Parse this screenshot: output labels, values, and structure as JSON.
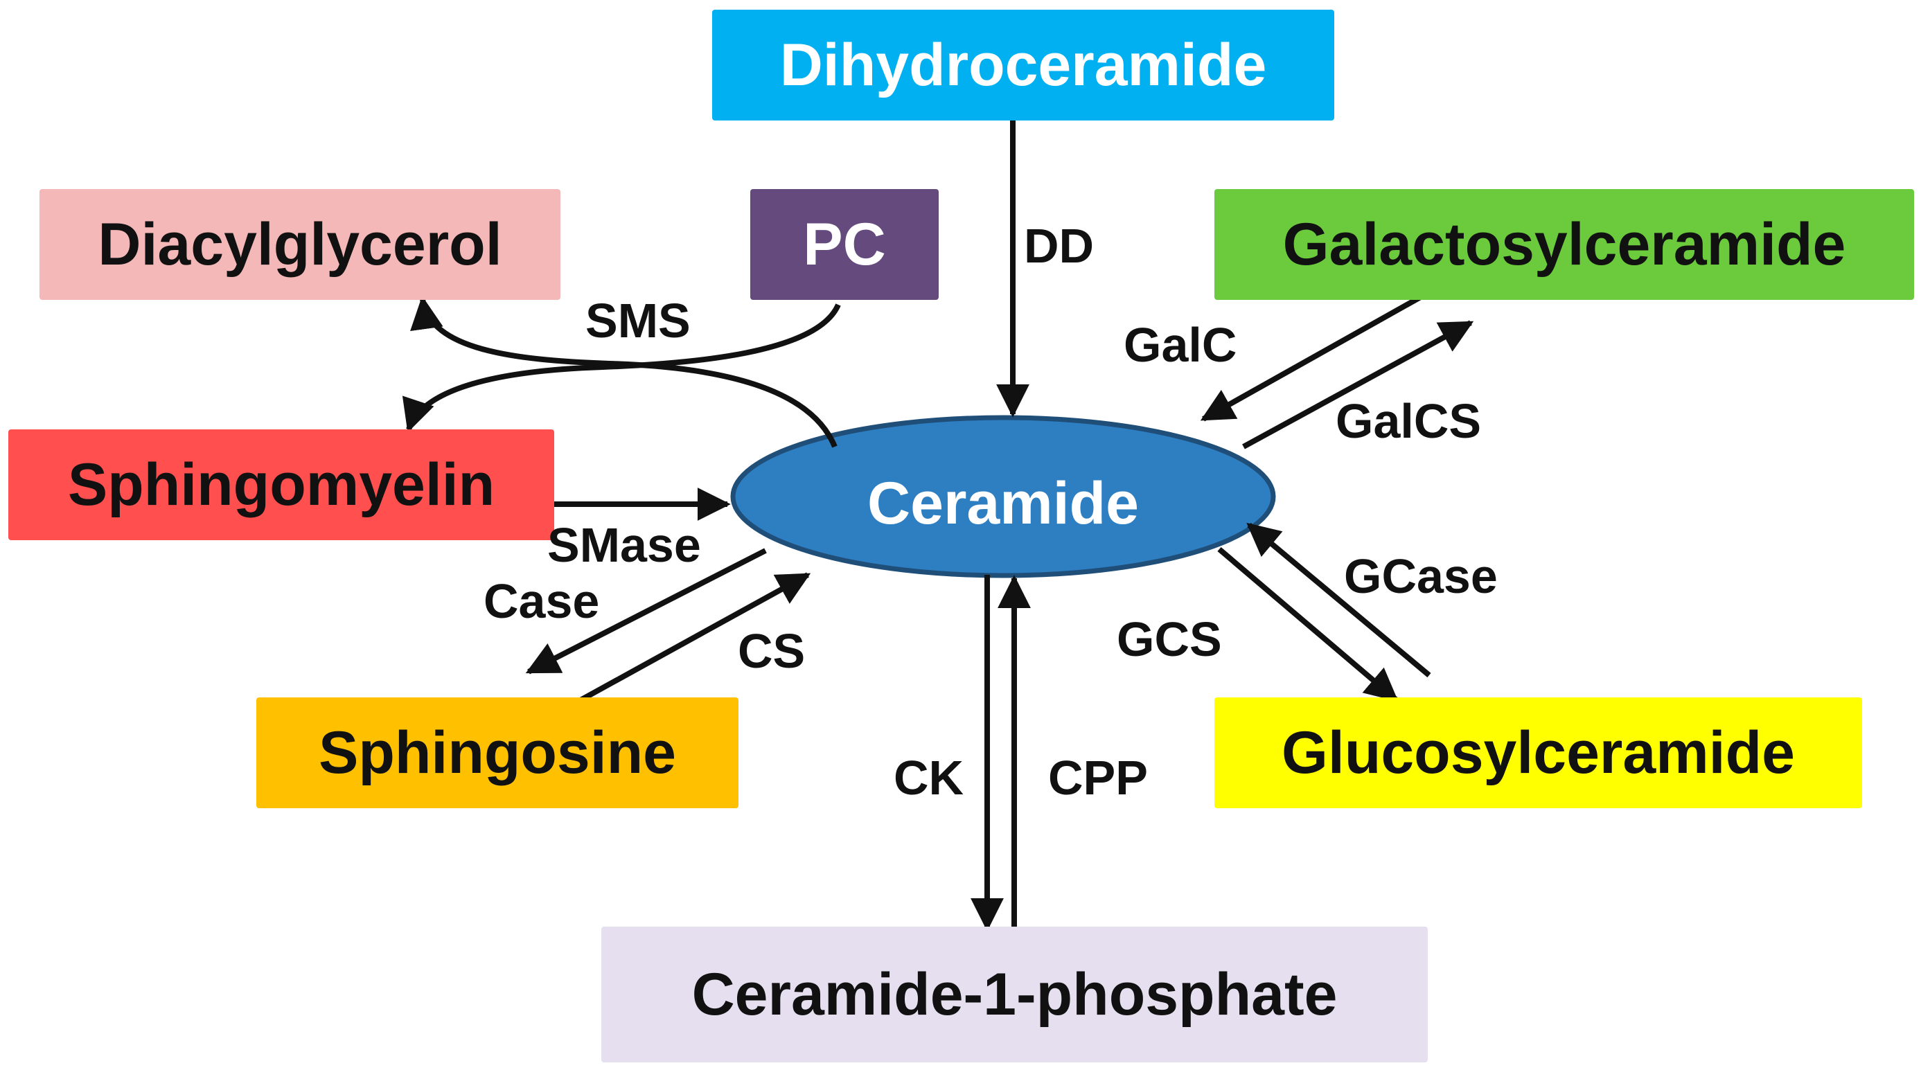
{
  "nodes": {
    "dihydroceramide": {
      "label": "Dihydroceramide",
      "color": "#00B0F0"
    },
    "diacylglycerol": {
      "label": "Diacylglycerol",
      "color": "#F4B8B8"
    },
    "pc": {
      "label": "PC",
      "color": "#654A7E"
    },
    "galactosylceramide": {
      "label": "Galactosylceramide",
      "color": "#6CCB3C"
    },
    "sphingomyelin": {
      "label": "Sphingomyelin",
      "color": "#FF4F4F"
    },
    "ceramide": {
      "label": "Ceramide",
      "color": "#2E7EC2"
    },
    "sphingosine": {
      "label": "Sphingosine",
      "color": "#FFC000"
    },
    "glucosylceramide": {
      "label": "Glucosylceramide",
      "color": "#FFFF00"
    },
    "ceramide_1_phosphate": {
      "label": "Ceramide-1-phosphate",
      "color": "#E6DFEF"
    }
  },
  "enzymes": {
    "dd": "DD",
    "sms": "SMS",
    "galc": "GalC",
    "galcs": "GalCS",
    "smase": "SMase",
    "case": "Case",
    "cs": "CS",
    "gcase": "GCase",
    "gcs": "GCS",
    "ck": "CK",
    "cpp": "CPP"
  }
}
